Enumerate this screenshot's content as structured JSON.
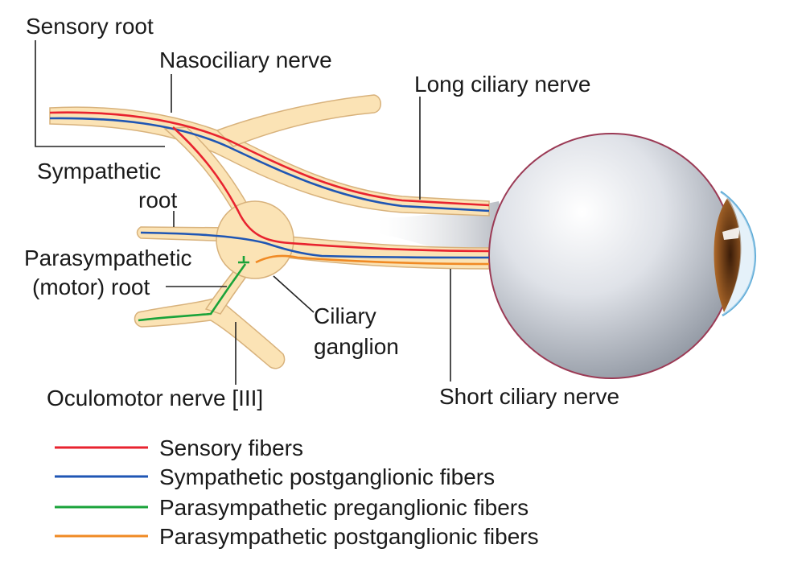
{
  "labels": {
    "sensory_root": "Sensory root",
    "nasociliary_nerve": "Nasociliary nerve",
    "long_ciliary_nerve": "Long ciliary nerve",
    "sympathetic_root_line1": "Sympathetic",
    "sympathetic_root_line2": "root",
    "parasympathetic_root_line1": "Parasympathetic",
    "parasympathetic_root_line2": "(motor) root",
    "ciliary_ganglion_line1": "Ciliary",
    "ciliary_ganglion_line2": "ganglion",
    "oculomotor_nerve": "Oculomotor nerve [III]",
    "short_ciliary_nerve": "Short ciliary nerve"
  },
  "legend": [
    {
      "label": "Sensory fibers",
      "color": "#e8232f"
    },
    {
      "label": "Sympathetic postganglionic fibers",
      "color": "#1f56b4"
    },
    {
      "label": "Parasympathetic preganglionic fibers",
      "color": "#1aa33a"
    },
    {
      "label": "Parasympathetic postganglionic fibers",
      "color": "#f08a24"
    }
  ],
  "colors": {
    "nerve": "#fbe3b5",
    "nerve_outline": "#d8b27c",
    "eyeball": "#c9ced8",
    "iris": "#8a4e1e",
    "cornea": "#5aa9d6"
  }
}
